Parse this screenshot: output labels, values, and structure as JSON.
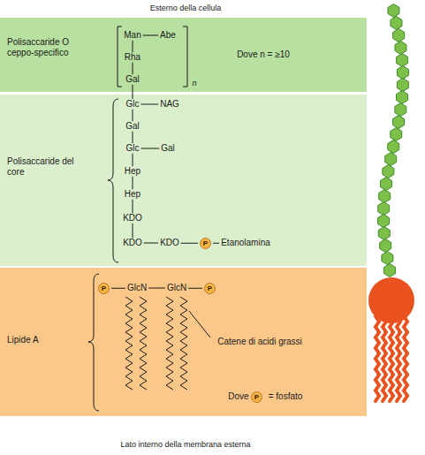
{
  "diagram": {
    "nodes": [
      {
        "text": [
          "Polisaccaride O ceppo-specifico"
        ]
      },
      {
        "text": [
          "Polisaccaride del core"
        ]
      },
      {
        "text": [
          "Lipide A"
        ]
      },
      {
        "text": [
          "P"
        ],
        "in": 1
      },
      {
        "text": [
          "P"
        ],
        "in": 2
      },
      {
        "text": [
          "P"
        ],
        "in": 2
      },
      {
        "text": [
          "P"
        ],
        "in": 2
      }
    ],
    "labels": [
      "Esterno della cellula",
      "Man",
      "Abe",
      "Rha",
      "Gal",
      "n",
      "Dove n = ≥10",
      "Glc",
      "NAG",
      "Gal",
      "Glc",
      "Gal",
      "Hep",
      "Hep",
      "KDO",
      "KDO",
      "KDO",
      "Etanolamina",
      "GlcN",
      "GlcN",
      "Catene di acidi grassi",
      "Dove",
      "= fosfato",
      "Lato interno della membrana esterna"
    ]
  }
}
